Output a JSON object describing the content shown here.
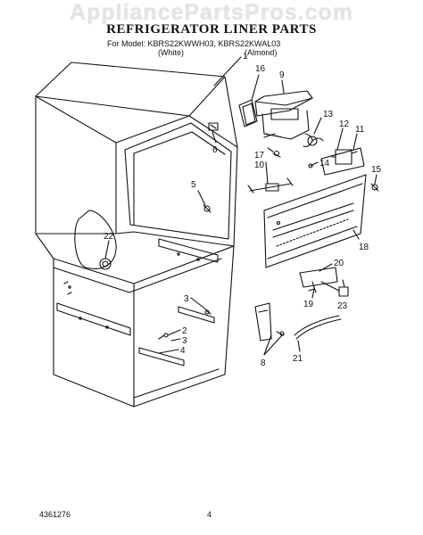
{
  "watermark": "AppliancePartsPros.com",
  "title": "REFRIGERATOR LINER PARTS",
  "model_line": "For Model: KBRS22KWWH03, KBRS22KWAL03",
  "color_white": "(White)",
  "color_almond": "(Almond)",
  "footer_code": "4361276",
  "page_number": "4",
  "callouts": [
    {
      "id": "c1",
      "text": "1"
    },
    {
      "id": "c16",
      "text": "16"
    },
    {
      "id": "c9",
      "text": "9"
    },
    {
      "id": "c13",
      "text": "13"
    },
    {
      "id": "c12",
      "text": "12"
    },
    {
      "id": "c11",
      "text": "11"
    },
    {
      "id": "c6",
      "text": "6"
    },
    {
      "id": "c17",
      "text": "17"
    },
    {
      "id": "c10",
      "text": "10"
    },
    {
      "id": "c14",
      "text": "14"
    },
    {
      "id": "c15",
      "text": "15"
    },
    {
      "id": "c5",
      "text": "5"
    },
    {
      "id": "c22",
      "text": "22"
    },
    {
      "id": "c18",
      "text": "18"
    },
    {
      "id": "c20",
      "text": "20"
    },
    {
      "id": "c3a",
      "text": "3"
    },
    {
      "id": "c19",
      "text": "19"
    },
    {
      "id": "c23",
      "text": "23"
    },
    {
      "id": "c2",
      "text": "2"
    },
    {
      "id": "c3b",
      "text": "3"
    },
    {
      "id": "c4",
      "text": "4"
    },
    {
      "id": "c8",
      "text": "8"
    },
    {
      "id": "c21",
      "text": "21"
    }
  ]
}
